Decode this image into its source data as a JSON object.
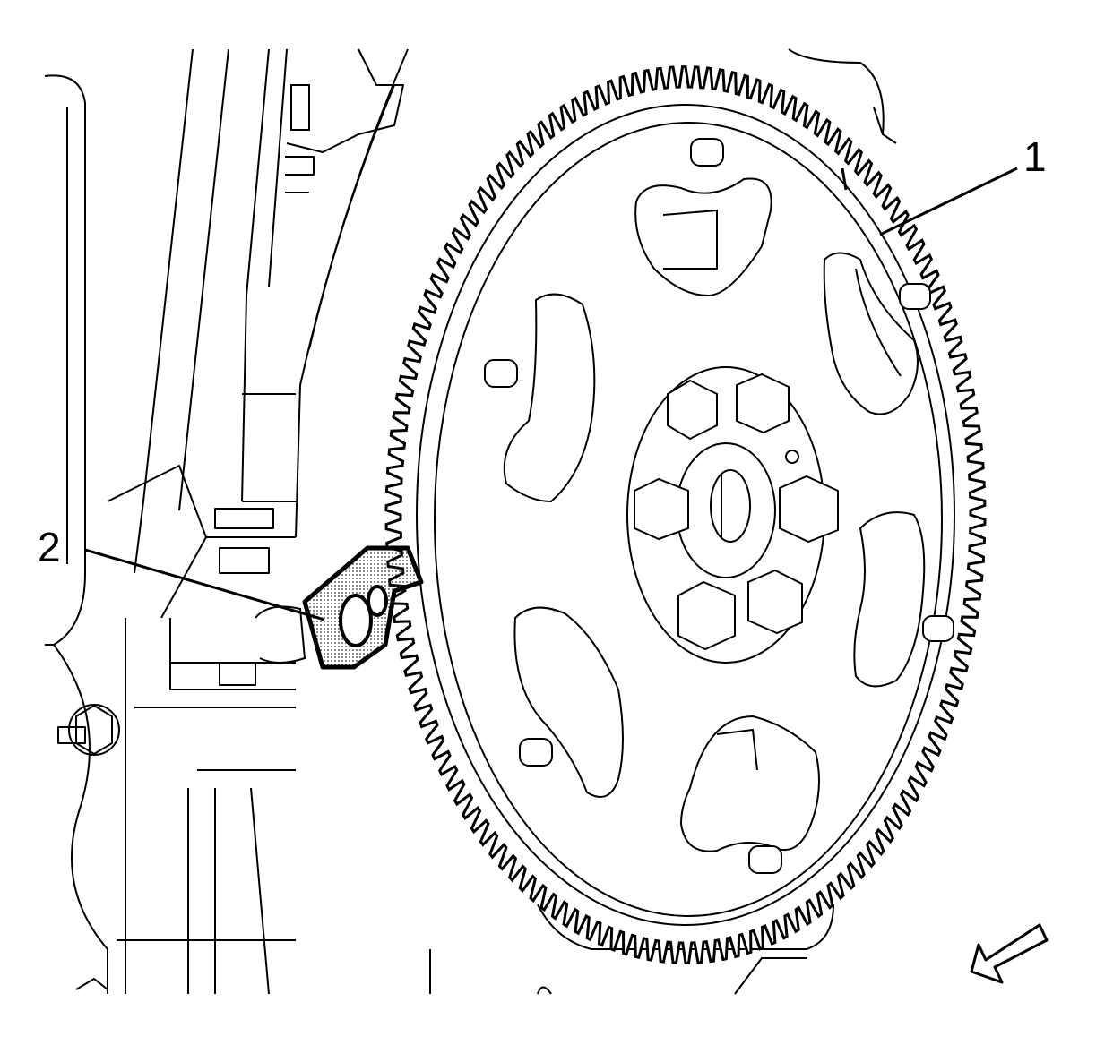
{
  "diagram": {
    "callouts": [
      {
        "id": "1",
        "label": "1"
      },
      {
        "id": "2",
        "label": "2"
      }
    ],
    "colors": {
      "ink": "#000000",
      "paper": "#ffffff",
      "stipple": "#555555"
    },
    "icons": [
      "direction-arrow-icon"
    ]
  }
}
